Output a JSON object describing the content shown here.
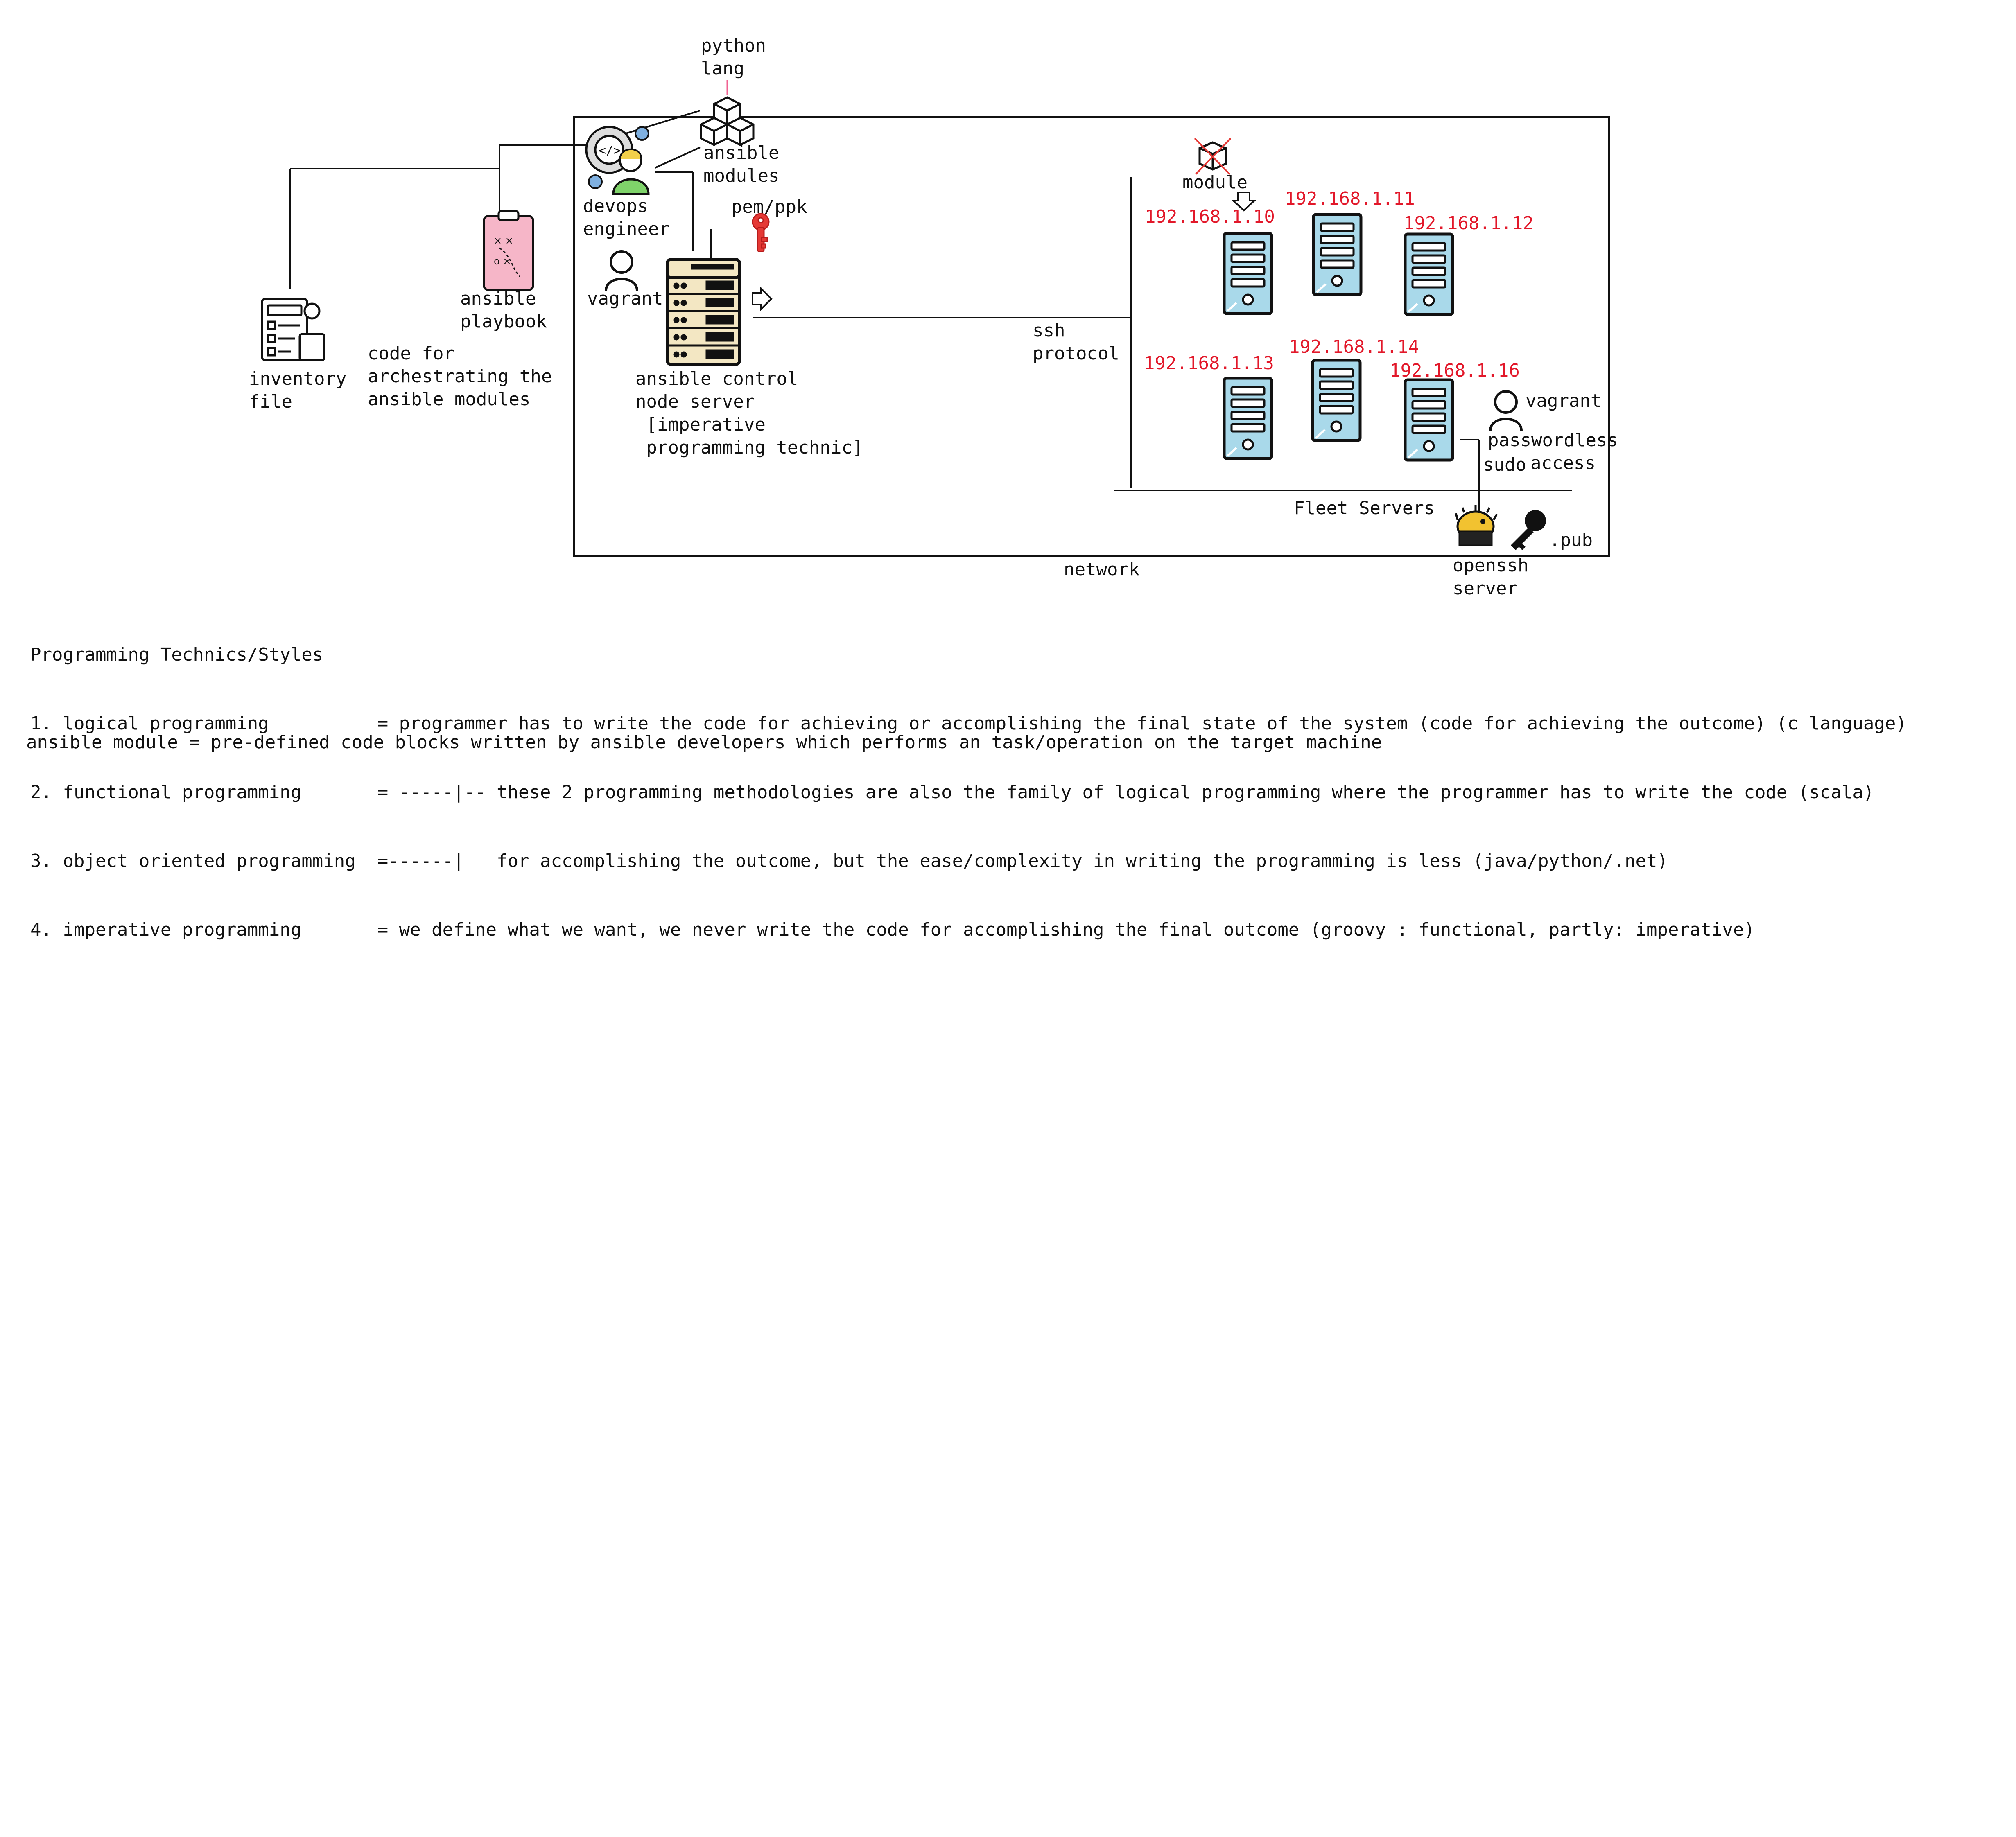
{
  "colors": {
    "ip_text": "#e2182a",
    "server_fill": "#a9d9ea",
    "control_node_fill": "#f3e7c3",
    "playbook_fill": "#f6b6c8",
    "key_red": "#e53935",
    "cross_red": "#e53935",
    "line": "#111111"
  },
  "labels": {
    "python_lang": [
      "python",
      "lang"
    ],
    "ansible_modules": [
      "ansible",
      "modules"
    ],
    "devops_engineer": [
      "devops",
      "engineer"
    ],
    "pem_ppk": "pem/ppk",
    "vagrant_left": "vagrant",
    "ansible_playbook": [
      "ansible",
      "playbook"
    ],
    "inventory_file": [
      "inventory",
      "file"
    ],
    "code_for": [
      "code for",
      "archestrating the",
      "ansible modules"
    ],
    "control_node": [
      "ansible control",
      "node server",
      " [imperative",
      " programming technic]"
    ],
    "ssh_protocol": [
      "ssh",
      "protocol"
    ],
    "module": "module",
    "fleet_servers": "Fleet Servers",
    "network": "network",
    "vagrant_right": "vagrant",
    "passwordless_access": [
      "passwordless",
      "access"
    ],
    "sudo": "sudo",
    "openssh_server": [
      "openssh",
      "server"
    ],
    "pub": ".pub"
  },
  "servers": [
    {
      "ip": "192.168.1.10"
    },
    {
      "ip": "192.168.1.11"
    },
    {
      "ip": "192.168.1.12"
    },
    {
      "ip": "192.168.1.13"
    },
    {
      "ip": "192.168.1.14"
    },
    {
      "ip": "192.168.1.16"
    }
  ],
  "icons": {
    "devops_engineer": "developer-gear-icon",
    "ansible_modules": "cubes-icon",
    "playbook": "clipboard-playbook-icon",
    "inventory": "inventory-list-icon",
    "control_node": "server-rack-icon",
    "key": "key-icon",
    "user": "user-outline-icon",
    "openssh": "openssh-blowfish-icon",
    "pub_key": "black-key-icon",
    "module_crossed": "crossed-cube-icon",
    "arrow": "arrow-icon"
  },
  "notes": {
    "heading": "Programming Technics/Styles",
    "lines": [
      "1. logical programming          = programmer has to write the code for achieving or accomplishing the final state of the system (code for achieving the outcome) (c language)",
      "2. functional programming       = -----|-- these 2 programming methodologies are also the family of logical programming where the programmer has to write the code (scala)",
      "3. object oriented programming  =------|   for accomplishing the outcome, but the ease/complexity in writing the programming is less (java/python/.net)",
      "4. imperative programming       = we define what we want, we never write the code for accomplishing the final outcome (groovy : functional, partly: imperative)"
    ],
    "definition": "ansible module = pre-defined code blocks written by ansible developers which performs an task/operation on the target machine"
  }
}
